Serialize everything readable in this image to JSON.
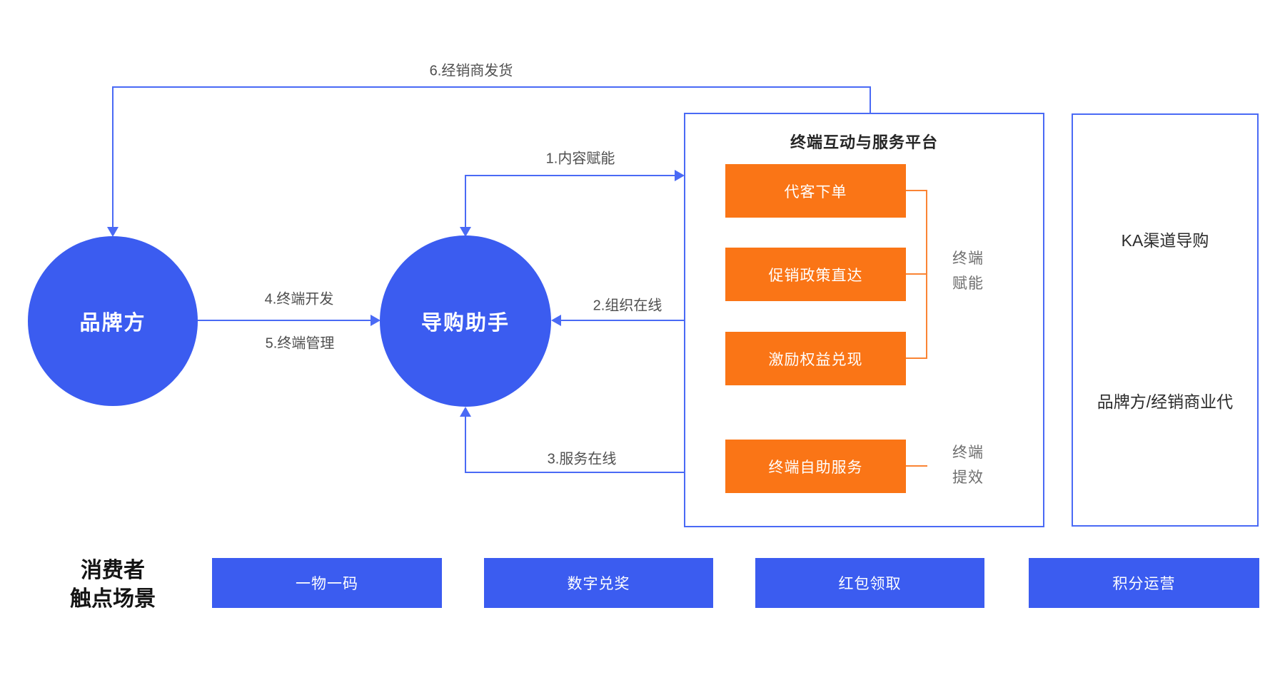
{
  "colors": {
    "node_blue": "#3b5cf0",
    "line_blue": "#4a6af5",
    "module_orange": "#fa7516",
    "bracket_orange": "#fa8434",
    "edge_label_gray": "#4f4f4f",
    "side_text_dark": "#2b2b2b"
  },
  "nodes": {
    "brand": {
      "label": "品牌方"
    },
    "guide": {
      "label": "导购助手"
    }
  },
  "edges": {
    "e1": {
      "label": "1.内容赋能"
    },
    "e2": {
      "label": "2.组织在线"
    },
    "e3": {
      "label": "3.服务在线"
    },
    "e4": {
      "label": "4.终端开发"
    },
    "e5": {
      "label": "5.终端管理"
    },
    "e6": {
      "label": "6.经销商发货"
    }
  },
  "platform": {
    "title": "终端互动与服务平台",
    "modules": [
      {
        "label": "代客下单"
      },
      {
        "label": "促销政策直达"
      },
      {
        "label": "激励权益兑现"
      },
      {
        "label": "终端自助服务"
      }
    ],
    "bracket_label_top": {
      "line1": "终端",
      "line2": "赋能"
    },
    "bracket_label_bottom": {
      "line1": "终端",
      "line2": "提效"
    }
  },
  "side_panel": {
    "top_label": "KA渠道导购",
    "bottom_label": "品牌方/经销商业代"
  },
  "consumer": {
    "title_line1": "消费者",
    "title_line2": "触点场景",
    "scenes": [
      {
        "label": "一物一码"
      },
      {
        "label": "数字兑奖"
      },
      {
        "label": "红包领取"
      },
      {
        "label": "积分运营"
      }
    ]
  }
}
